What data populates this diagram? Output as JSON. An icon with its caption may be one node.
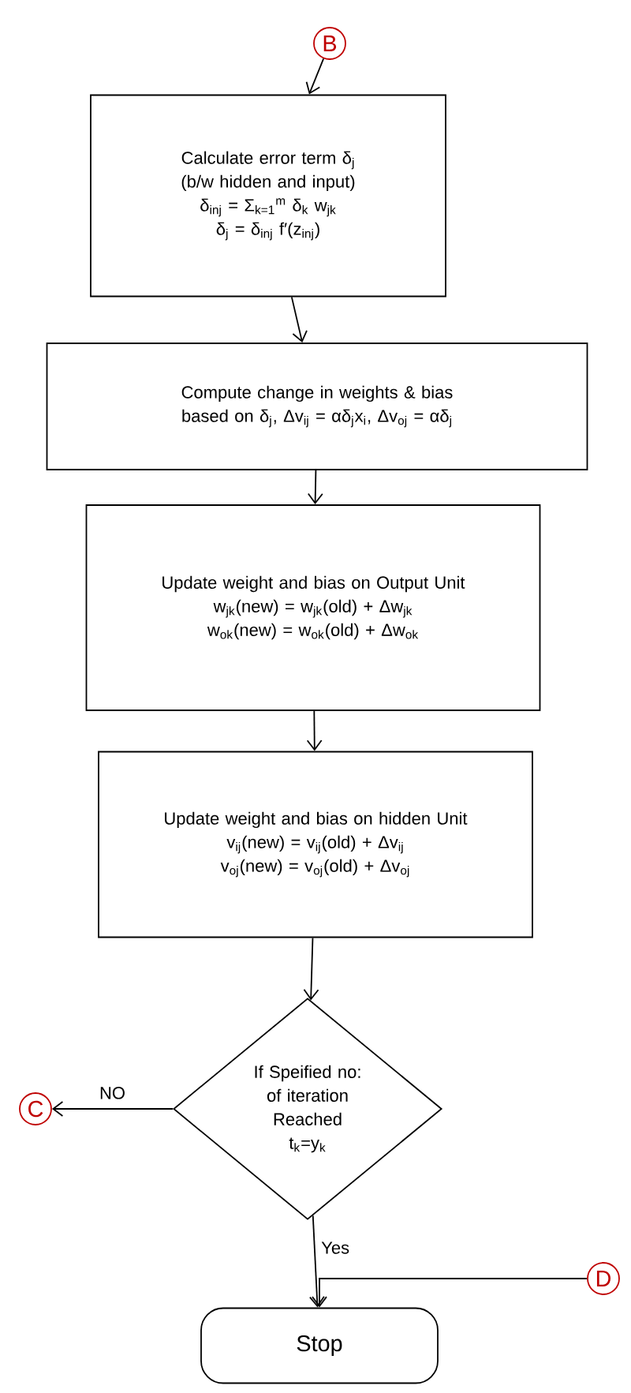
{
  "diagram": {
    "nodes": [
      {
        "text": [
          "B"
        ]
      },
      {
        "text": [
          "Calculate error term δ$_{j}$ (b/w hidden and input)",
          "δ$_{inj}$ = Σ$_{k=1}$$^{m}$ δ$_{k}$ w$_{jk}$",
          "δ$_{j}$ = δ$_{inj}$ f′(z$_{inj}$)"
        ]
      },
      {
        "text": [
          "Compute change in weights & bias based on δ$_{j}$, Δv$_{ij}$ = αδ$_{j}$x$_{i}$, Δv$_{oj}$ = αδ$_{j}$"
        ]
      },
      {
        "text": [
          "Update weight and bias on Output Unit",
          "w$_{jk}$(new) = w$_{jk}$(old) + Δw$_{jk}$",
          "w$_{ok}$(new) = w$_{ok}$(old) + Δw$_{ok}$"
        ]
      },
      {
        "text": [
          "Update weight and bias on hidden Unit",
          "v$_{ij}$(new) = v$_{ij}$(old) + Δv$_{ij}$",
          "v$_{oj}$(new) = v$_{oj}$(old) + Δv$_{oj}$"
        ]
      },
      {
        "text": [
          "If Speified no: of iteration Reached",
          "t$_{k}$=y$_{k}$"
        ]
      },
      {
        "text": [
          "C"
        ]
      },
      {
        "text": [
          "D"
        ]
      },
      {
        "text": [
          "Stop"
        ]
      }
    ],
    "edges": [
      {
        "from": 0,
        "to": 1,
        "arrow": "to"
      },
      {
        "from": 1,
        "to": 2,
        "arrow": "to"
      },
      {
        "from": 2,
        "to": 3,
        "arrow": "to"
      },
      {
        "from": 3,
        "to": 4,
        "arrow": "to"
      },
      {
        "from": 4,
        "to": 5,
        "arrow": "to"
      },
      {
        "from": 5,
        "to": 6,
        "arrow": "to",
        "label": "NO"
      },
      {
        "from": 5,
        "to": 8,
        "arrow": "to",
        "label": "Yes"
      },
      {
        "from": 7,
        "to": 8,
        "arrow": "to"
      }
    ]
  }
}
